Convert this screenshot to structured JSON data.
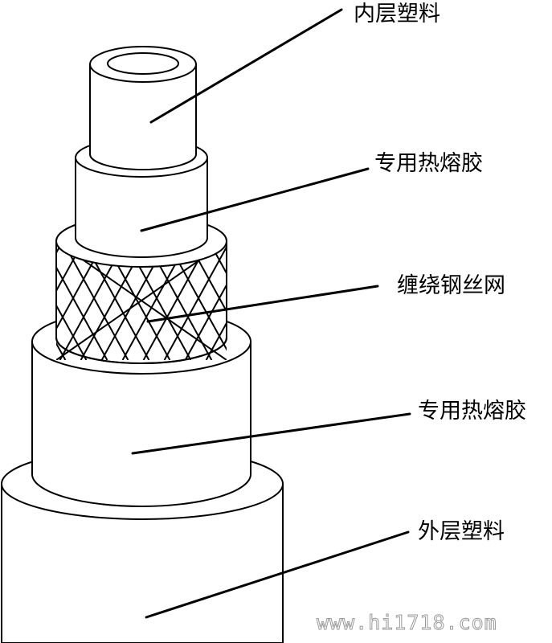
{
  "layers": [
    {
      "id": "inner-plastic",
      "label": "内层塑料"
    },
    {
      "id": "hot-melt-adhesive-inner",
      "label": "专用热熔胶"
    },
    {
      "id": "steel-wire-mesh",
      "label": "缠绕钢丝网"
    },
    {
      "id": "hot-melt-adhesive-outer",
      "label": "专用热熔胶"
    },
    {
      "id": "outer-plastic",
      "label": "外层塑料"
    }
  ],
  "watermark": "www.hi1718.com",
  "colors": {
    "stroke": "#000000",
    "background": "#ffffff",
    "watermark": "#9a9a9a"
  }
}
